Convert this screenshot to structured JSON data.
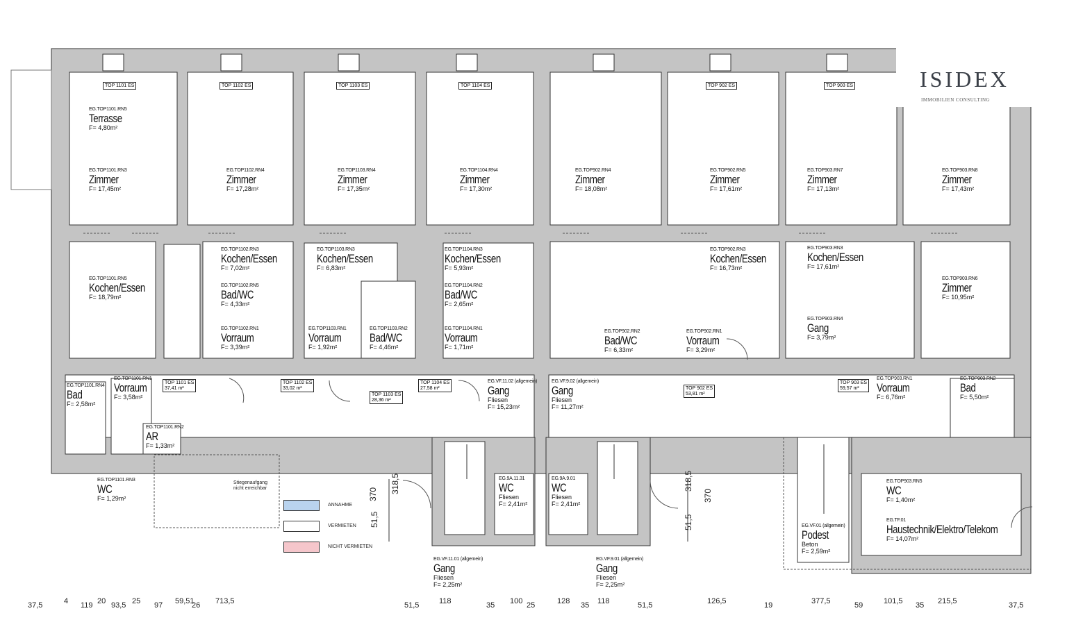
{
  "rooms": [
    {
      "id": "terrasse",
      "code": "EG.TOP1101.RN5",
      "name": "Terrasse",
      "area": "F= 4,80m²"
    },
    {
      "id": "zimmer1101",
      "code": "EG.TOP1101.RN3",
      "name": "Zimmer",
      "area": "F= 17,45m²"
    },
    {
      "id": "zimmer1102",
      "code": "EG.TOP1102.RN4",
      "name": "Zimmer",
      "area": "F= 17,28m²"
    },
    {
      "id": "zimmer1103",
      "code": "EG.TOP1103.RN4",
      "name": "Zimmer",
      "area": "F= 17,35m²"
    },
    {
      "id": "zimmer1104",
      "code": "EG.TOP1104.RN4",
      "name": "Zimmer",
      "area": "F= 17,30m²"
    },
    {
      "id": "zimmer902",
      "code": "EG.TOP902.RN4",
      "name": "Zimmer",
      "area": "F= 18,08m²"
    },
    {
      "id": "zimmer902b",
      "code": "EG.TOP902.RN5",
      "name": "Zimmer",
      "area": "F= 17,61m²"
    },
    {
      "id": "zimmer903",
      "code": "EG.TOP903.RN7",
      "name": "Zimmer",
      "area": "F= 17,13m²"
    },
    {
      "id": "zimmer903b",
      "code": "EG.TOP903.RN8",
      "name": "Zimmer",
      "area": "F= 17,43m²"
    },
    {
      "id": "kochen1101",
      "code": "EG.TOP1101.RN5",
      "name": "Kochen/Essen",
      "area": "F= 18,79m²"
    },
    {
      "id": "kochen1102",
      "code": "EG.TOP1102.RN3",
      "name": "Kochen/Essen",
      "area": "F= 7,02m²"
    },
    {
      "id": "bad1102",
      "code": "EG.TOP1102.RN5",
      "name": "Bad/WC",
      "area": "F= 4,33m²"
    },
    {
      "id": "vorraum1102",
      "code": "EG.TOP1102.RN1",
      "name": "Vorraum",
      "area": "F= 3,39m²"
    },
    {
      "id": "kochen1103",
      "code": "EG.TOP1103.RN3",
      "name": "Kochen/Essen",
      "area": "F= 6,83m²"
    },
    {
      "id": "vorraum1103",
      "code": "EG.TOP1103.RN1",
      "name": "Vorraum",
      "area": "F= 1,92m²"
    },
    {
      "id": "bad1103",
      "code": "EG.TOP1103.RN2",
      "name": "Bad/WC",
      "area": "F= 4,46m²"
    },
    {
      "id": "kochen1104",
      "code": "EG.TOP1104.RN3",
      "name": "Kochen/Essen",
      "area": "F= 5,93m²"
    },
    {
      "id": "bad1104",
      "code": "EG.TOP1104.RN2",
      "name": "Bad/WC",
      "area": "F= 2,65m²"
    },
    {
      "id": "vorraum1104",
      "code": "EG.TOP1104.RN1",
      "name": "Vorraum",
      "area": "F= 1,71m²"
    },
    {
      "id": "kochen902",
      "code": "EG.TOP902.RN3",
      "name": "Kochen/Essen",
      "area": "F= 16,73m²"
    },
    {
      "id": "bad902",
      "code": "EG.TOP902.RN2",
      "name": "Bad/WC",
      "area": "F= 6,33m²"
    },
    {
      "id": "vorraum902",
      "code": "EG.TOP902.RN1",
      "name": "Vorraum",
      "area": "F= 3,29m²"
    },
    {
      "id": "kochen903",
      "code": "EG.TOP903.RN3",
      "name": "Kochen/Essen",
      "area": "F= 17,61m²"
    },
    {
      "id": "gang903",
      "code": "EG.TOP903.RN4",
      "name": "Gang",
      "area": "F= 3,79m²"
    },
    {
      "id": "zimmer903c",
      "code": "EG.TOP903.RN6",
      "name": "Zimmer",
      "area": "F= 10,95m²"
    },
    {
      "id": "bad1101",
      "code": "EG.TOP1101.RN4",
      "name": "Bad",
      "area": "F= 2,58m²"
    },
    {
      "id": "vorraum1101",
      "code": "EG.TOP1101.RN1",
      "name": "Vorraum",
      "area": "F= 3,58m²"
    },
    {
      "id": "ar1101",
      "code": "EG.TOP1101.RN2",
      "name": "AR",
      "area": "F= 1,33m²"
    },
    {
      "id": "wc1101",
      "code": "EG.TOP1101.RN3",
      "name": "WC",
      "area": "F= 1,29m²"
    },
    {
      "id": "gang1102",
      "code": "EG.VF.11.02 (allgemein)",
      "name": "Gang",
      "sub": "Fliesen",
      "area": "F= 15,23m²"
    },
    {
      "id": "gang902",
      "code": "EG.VF.9.02 (allgemein)",
      "name": "Gang",
      "sub": "Fliesen",
      "area": "F= 11,27m²"
    },
    {
      "id": "vorraum903",
      "code": "EG.TOP903.RN1",
      "name": "Vorraum",
      "area": "F= 6,76m²"
    },
    {
      "id": "bad903",
      "code": "EG.TOP903.RN2",
      "name": "Bad",
      "area": "F= 5,50m²"
    },
    {
      "id": "wc1131",
      "code": "EG.9A.11.31",
      "name": "WC",
      "sub": "Fliesen",
      "area": "F= 2,41m²"
    },
    {
      "id": "wc901",
      "code": "EG.9A.9.01",
      "name": "WC",
      "sub": "Fliesen",
      "area": "F= 2,41m²"
    },
    {
      "id": "wc903",
      "code": "EG.TOP903.RN5",
      "name": "WC",
      "area": "F= 1,40m²"
    },
    {
      "id": "haustechnik",
      "code": "EG.TF.01",
      "name": "Haustechnik/Elektro/Telekom",
      "area": "F= 14,07m²"
    },
    {
      "id": "podest",
      "code": "EG.VF.01 (allgemein)",
      "name": "Podest",
      "sub": "Beton",
      "area": "F= 2,59m²"
    },
    {
      "id": "gang1101",
      "code": "EG.VF.11.01 (allgemein)",
      "name": "Gang",
      "sub": "Fliesen",
      "area": "F= 2,25m²"
    },
    {
      "id": "gang901",
      "code": "EG.VF.9.01 (allgemein)",
      "name": "Gang",
      "sub": "Fliesen",
      "area": "F= 2,25m²"
    }
  ],
  "top_tags": [
    "TOP 1101 ES",
    "TOP 1102 ES",
    "TOP 1103 ES",
    "TOP 1104 ES",
    "TOP 902 ES",
    "TOP 903 ES"
  ],
  "corridor_boxes": [
    {
      "id": "b1101",
      "tag": "TOP 1101 ES",
      "value": "37,41 m²"
    },
    {
      "id": "b1102",
      "tag": "TOP 1102 ES",
      "value": "33,02 m²"
    },
    {
      "id": "b1103",
      "tag": "TOP 1103 ES",
      "value": "28,36 m²"
    },
    {
      "id": "b1104",
      "tag": "TOP 1104 ES",
      "value": "27,58 m²"
    },
    {
      "id": "b902",
      "tag": "TOP 902 ES",
      "value": "53,81 m²"
    },
    {
      "id": "b903",
      "tag": "TOP 903 ES",
      "value": "59,57 m²"
    }
  ],
  "legend": [
    {
      "label": "ANNAHME",
      "color": "#b9d3ee"
    },
    {
      "label": "VERMIETEN",
      "color": "#ffffff"
    },
    {
      "label": "NICHT VERMIETEN",
      "color": "#f5c6cb"
    }
  ],
  "note": "Stiegenaufgang nicht erreichbar",
  "dims_bottom": [
    "37,5",
    "4",
    "119",
    "20",
    "93,5",
    "25",
    "97",
    "59,51",
    "26",
    "713,5",
    "51,5",
    "118",
    "35",
    "100",
    "25",
    "128",
    "35",
    "118",
    "51,5",
    "126,5",
    "19",
    "377,5",
    "59",
    "101,5",
    "35",
    "215,5",
    "37,5"
  ],
  "dims_vertical": [
    "370",
    "318,5",
    "51,5",
    "318,5",
    "51,5",
    "370"
  ],
  "logo": {
    "name": "ISIDEX",
    "tagline": "IMMOBILIEN CONSULTING",
    "color": "#3a78c2"
  }
}
